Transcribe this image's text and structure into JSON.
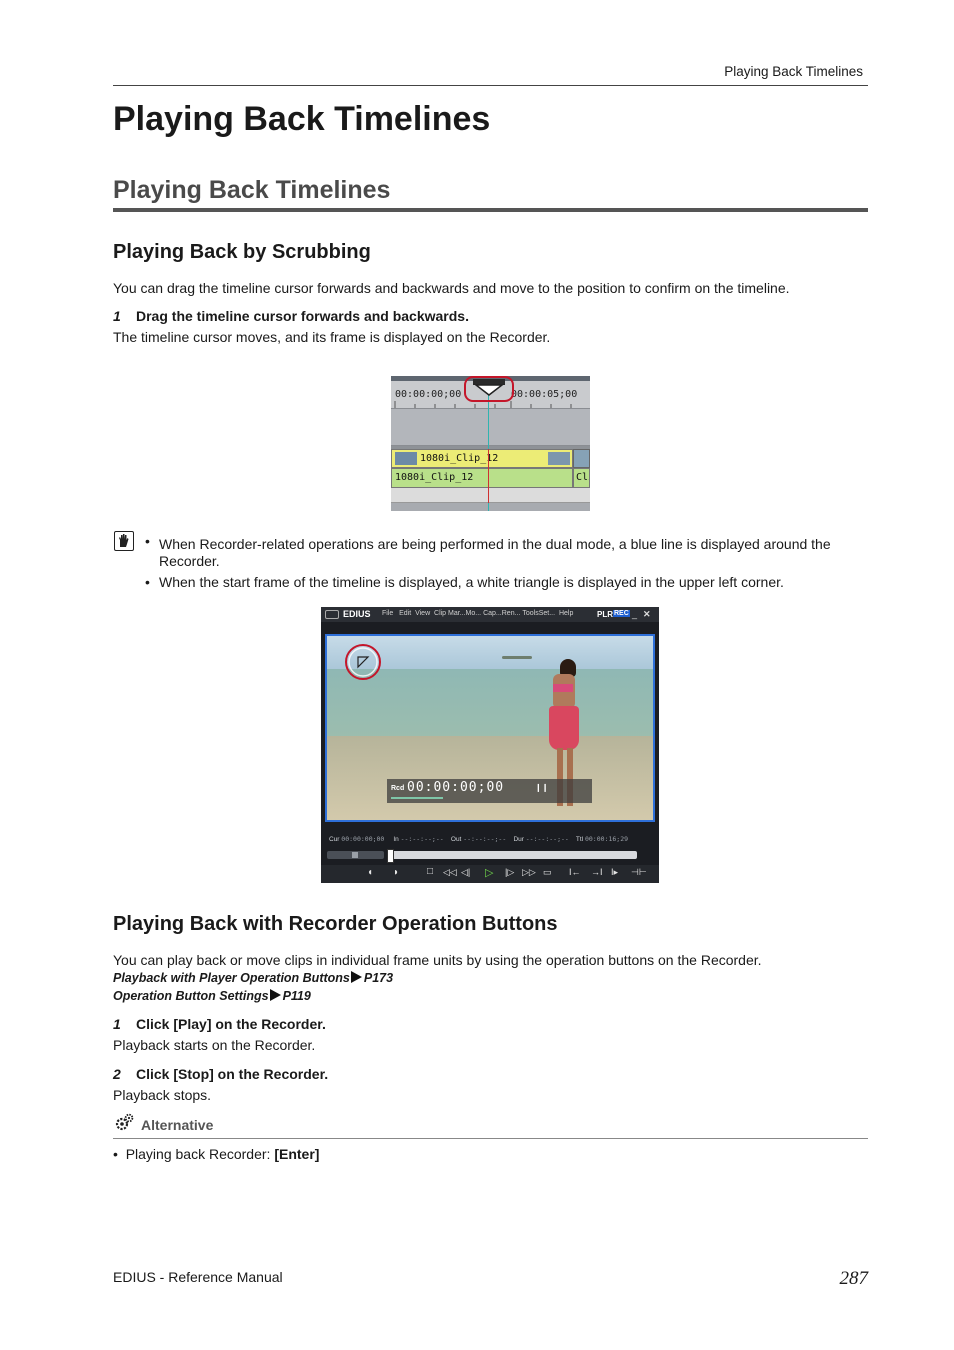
{
  "header": {
    "running_title": "Playing Back Timelines"
  },
  "chapter_title": "Playing Back Timelines",
  "section_title": "Playing Back Timelines",
  "scrubbing": {
    "title": "Playing Back by Scrubbing",
    "intro": "You can drag the timeline cursor forwards and backwards and move to the position to confirm on the timeline.",
    "step1_num": "1",
    "step1": "Drag the timeline cursor forwards and backwards.",
    "step1_result": "The timeline cursor moves, and its frame is displayed on the Recorder."
  },
  "timeline_figure": {
    "tc_start": "00:00:00;00",
    "tc_mid": "00:00:05;00",
    "clip_video": "1080i_Clip_12",
    "clip_audio": "1080i_Clip_12",
    "clip_next": "Cli"
  },
  "note": {
    "icon": "note-hand-icon",
    "items": [
      "When Recorder-related operations are being performed in the dual mode, a blue line is displayed around the Recorder.",
      "When the start frame of the timeline is displayed, a white triangle is displayed in the upper left corner."
    ]
  },
  "recorder_figure": {
    "app_name": "EDIUS",
    "menus": [
      "File",
      "Edit",
      "View",
      "Clip",
      "Mar...",
      "Mo...",
      "Cap...",
      "Ren...",
      "Tools",
      "Set...",
      "Help"
    ],
    "plr": "PLR",
    "rec": "REC",
    "overlay_label": "Rcd",
    "overlay_tc": "00:00:00;00",
    "cur_label": "Cur",
    "cur_value": "00:00:00;00",
    "in_label": "In",
    "in_value": "--:--:--;--",
    "out_label": "Out",
    "out_value": "--:--:--;--",
    "dur_label": "Dur",
    "dur_value": "--:--:--;--",
    "ttl_label": "Ttl",
    "ttl_value": "00:00:16;29"
  },
  "recorder_buttons": {
    "title": "Playing Back with Recorder Operation Buttons",
    "intro": "You can play back or move clips in individual frame units by using the operation buttons on the Recorder.",
    "link1_text": "Playback with Player Operation Buttons",
    "link1_page": "P173",
    "link2_text": "Operation Button Settings",
    "link2_page": "P119",
    "step1_num": "1",
    "step1": "Click [Play] on the Recorder.",
    "step1_result": "Playback starts on the Recorder.",
    "step2_num": "2",
    "step2": "Click [Stop] on the Recorder.",
    "step2_result": "Playback stops."
  },
  "alternative": {
    "label": "Alternative",
    "item_text": "Playing back Recorder: ",
    "item_key": "[Enter]"
  },
  "footer": {
    "manual": "EDIUS - Reference Manual",
    "page": "287"
  }
}
